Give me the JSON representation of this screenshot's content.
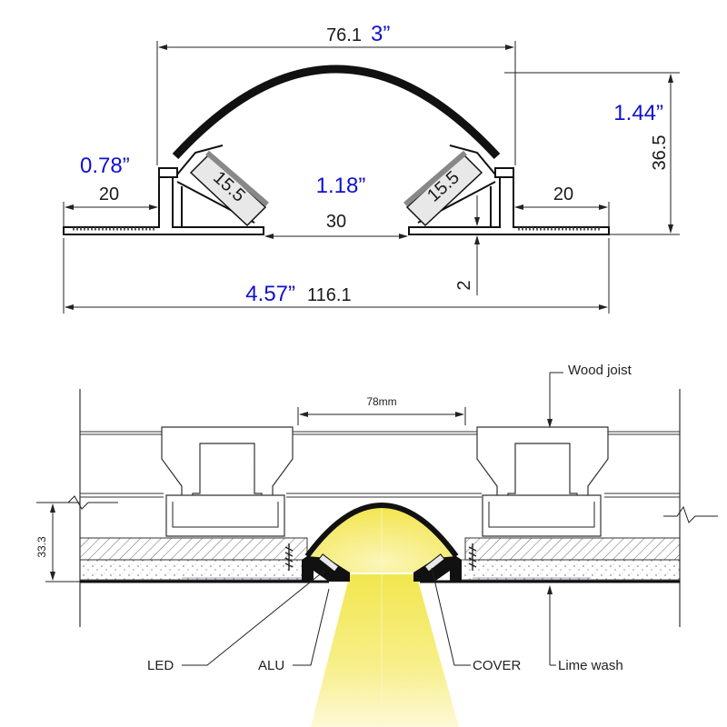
{
  "top_drawing": {
    "width_mm": "76.1",
    "width_in": "3”",
    "height_mm": "36.5",
    "height_in": "1.44”",
    "left_flange_height_in": "0.78”",
    "center_height_in": "1.18”",
    "left_flange_mm": "20",
    "right_flange_mm": "20",
    "opening_mm": "30",
    "left_led_mm": "15.5",
    "right_led_mm": "15.5",
    "thickness_mm": "2",
    "total_width_in": "4.57”",
    "total_width_mm": "116.1"
  },
  "bottom_drawing": {
    "spacing": "78mm",
    "depth": "33.3",
    "labels": {
      "wood_joist": "Wood joist",
      "led": "LED",
      "alu": "ALU",
      "cover": "COVER",
      "lime_wash": "Lime wash"
    },
    "colors": {
      "light": "#f5ec6a",
      "light_core": "#fbf6b8",
      "profile": "#111111"
    }
  }
}
